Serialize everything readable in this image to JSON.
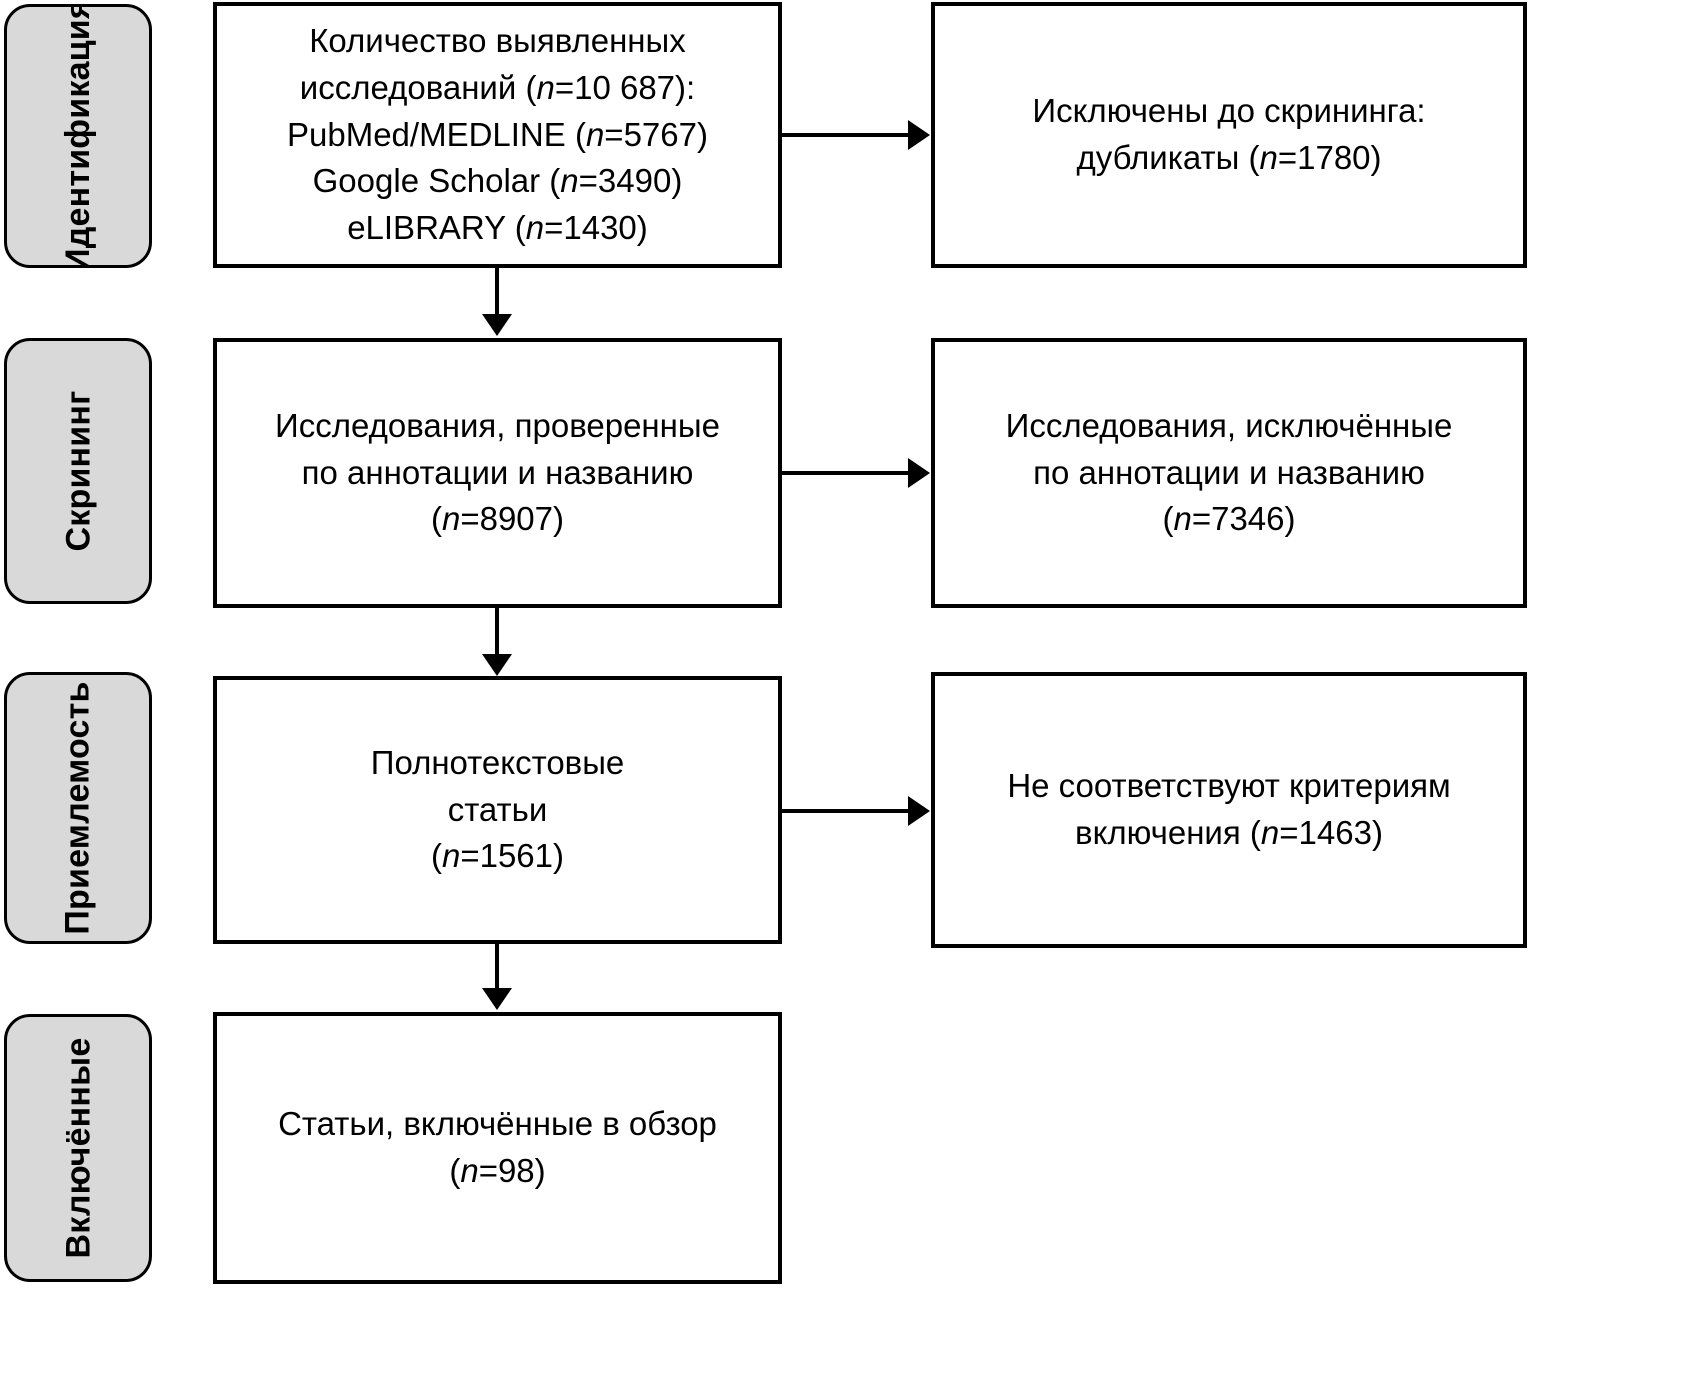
{
  "diagram": {
    "type": "prisma-flow-diagram",
    "language": "ru",
    "colors": {
      "stage_fill": "#d9d9d9",
      "box_fill": "#ffffff",
      "stroke": "#000000"
    },
    "stages": [
      {
        "id": "identification",
        "label": "Идентификация"
      },
      {
        "id": "screening",
        "label": "Скрининг"
      },
      {
        "id": "eligibility",
        "label": "Приемлемость"
      },
      {
        "id": "included",
        "label": "Включённые"
      }
    ],
    "nodes": {
      "identified": {
        "text": "Количество выявленных\nисследований (n=10 687):\nPubMed/MEDLINE (n=5767)\nGoogle Scholar (n=3490)\neLIBRARY (n=1430)",
        "lines": [
          "Количество выявленных",
          "исследований (n=10 687):",
          "PubMed/MEDLINE (n=5767)",
          "Google Scholar (n=3490)",
          "eLIBRARY (n=1430)"
        ],
        "counts": {
          "total": "10 687",
          "pubmed_medline": "5767",
          "google_scholar": "3490",
          "elibrary": "1430"
        }
      },
      "duplicates_removed": {
        "text": "Исключены до скрининга:\nдубликаты (n=1780)",
        "lines": [
          "Исключены до скрининга:",
          "дубликаты (n=1780)"
        ],
        "counts": {
          "duplicates": "1780"
        }
      },
      "screened": {
        "text": "Исследования, проверенные\nпо аннотации и названию\n(n=8907)",
        "lines": [
          "Исследования, проверенные",
          "по аннотации и названию",
          "(n=8907)"
        ],
        "counts": {
          "screened": "8907"
        }
      },
      "screening_excluded": {
        "text": "Исследования, исключённые\nпо аннотации и названию\n(n=7346)",
        "lines": [
          "Исследования, исключённые",
          "по аннотации и названию",
          "(n=7346)"
        ],
        "counts": {
          "excluded": "7346"
        }
      },
      "full_text": {
        "text": "Полнотекстовые\nстатьи\n(n=1561)",
        "lines": [
          "Полнотекстовые",
          "статьи",
          "(n=1561)"
        ],
        "counts": {
          "full_text": "1561"
        }
      },
      "full_text_excluded": {
        "text": "Не соответствуют критериям\nвключения (n=1463)",
        "lines": [
          "Не соответствуют критериям",
          "включения (n=1463)"
        ],
        "counts": {
          "excluded": "1463"
        }
      },
      "included_in_review": {
        "text": "Статьи, включённые в обзор\n(n=98)",
        "lines": [
          "Статьи, включённые в обзор",
          "(n=98)"
        ],
        "counts": {
          "included": "98"
        }
      }
    }
  }
}
